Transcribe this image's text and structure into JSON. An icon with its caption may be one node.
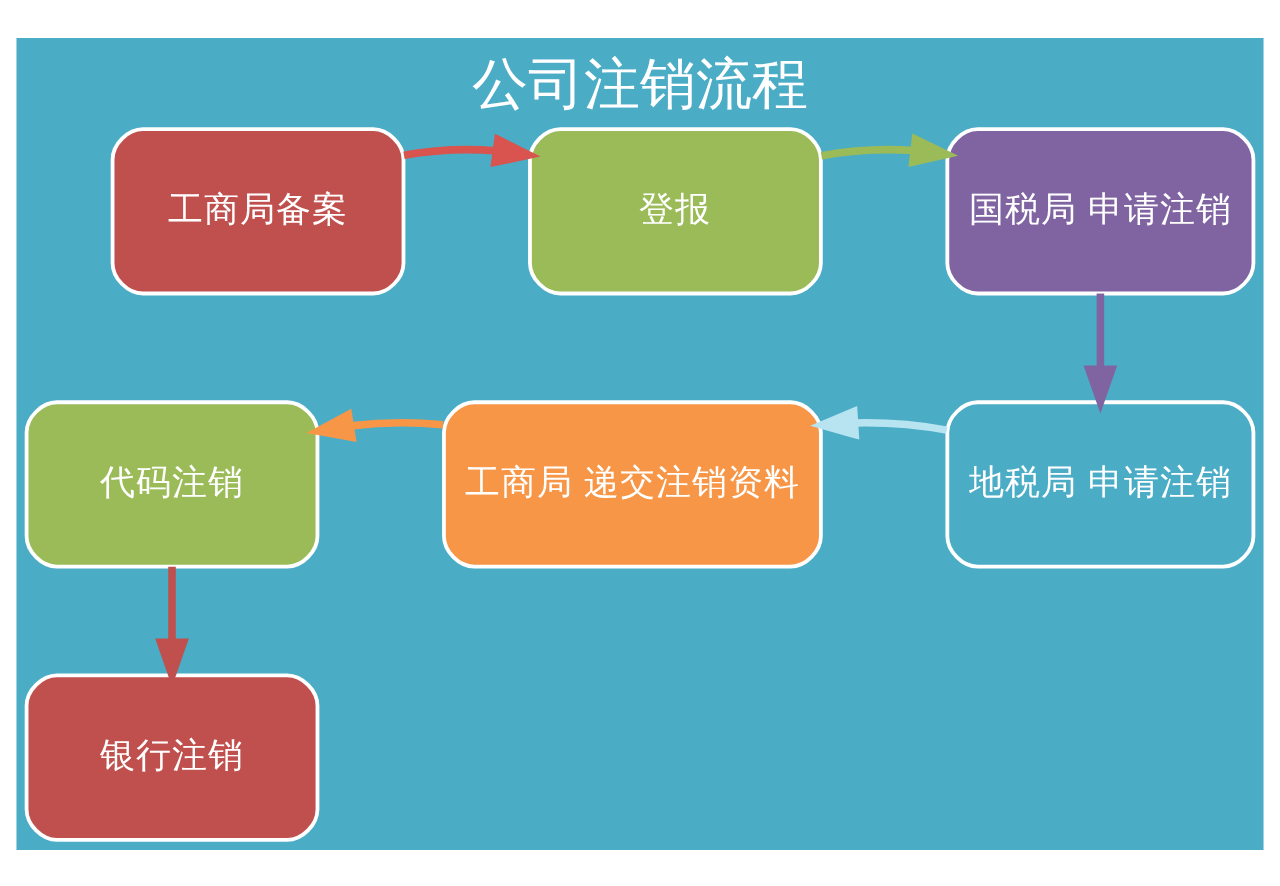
{
  "diagram": {
    "title": "公司注销流程",
    "nodes": [
      {
        "text": [
          "工商局备案"
        ]
      },
      {
        "text": [
          "登报"
        ]
      },
      {
        "text": [
          "国税局 申请注销"
        ]
      },
      {
        "text": [
          "地税局 申请注销"
        ]
      },
      {
        "text": [
          "工商局 递交注销资料"
        ]
      },
      {
        "text": [
          "代码注销"
        ]
      },
      {
        "text": [
          "银行注销"
        ]
      }
    ],
    "edges": [
      {
        "from": 0,
        "to": 1,
        "arrow": "to",
        "color": "#d9534f"
      },
      {
        "from": 1,
        "to": 2,
        "arrow": "to",
        "color": "#9bbb59"
      },
      {
        "from": 2,
        "to": 3,
        "arrow": "to",
        "color": "#8064a2"
      },
      {
        "from": 3,
        "to": 4,
        "arrow": "to",
        "color": "#b7e4f0"
      },
      {
        "from": 4,
        "to": 5,
        "arrow": "to",
        "color": "#f79646"
      },
      {
        "from": 5,
        "to": 6,
        "arrow": "to",
        "color": "#c0504d"
      }
    ]
  }
}
